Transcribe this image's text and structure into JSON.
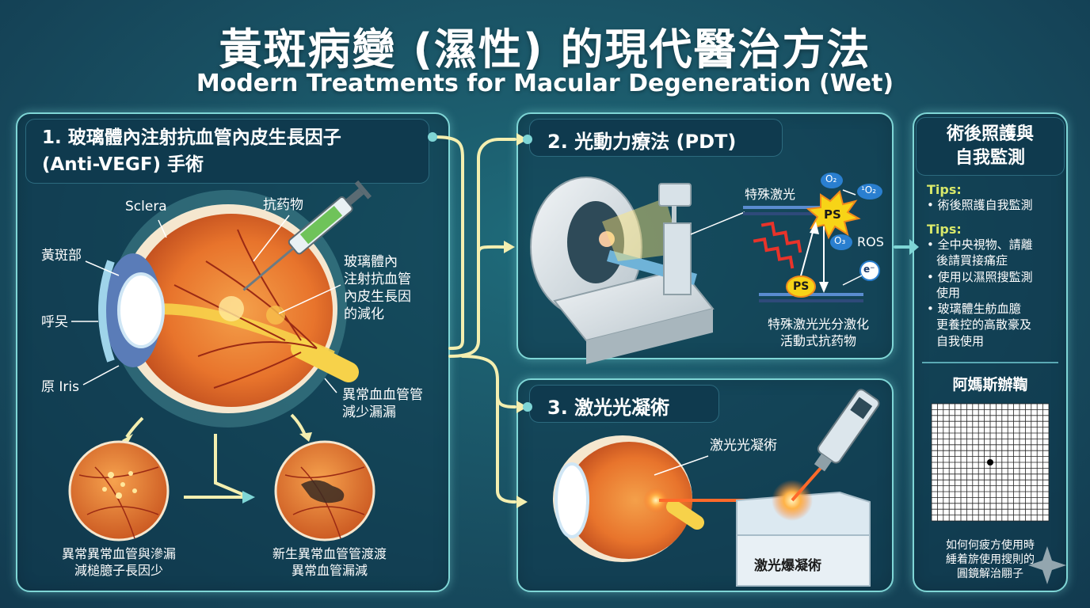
{
  "title": {
    "chinese": "黃斑病變 (濕性) 的現代醫治方法",
    "english": "Modern Treatments for Macular Degeneration (Wet)"
  },
  "panel1": {
    "header_line1": "1. 玻璃體內注射抗血管內皮生長因子",
    "header_line2": "(Anti-VEGF) 手術",
    "labels": {
      "sclera": "Sclera",
      "drug": "抗药物",
      "macula": "黃斑部",
      "pupil": "呼㕦",
      "iris": "原 Iris",
      "injection_l1": "玻璃體內",
      "injection_l2": "注射抗血管",
      "injection_l3": "內皮生長因",
      "injection_l4": "的減化",
      "vessels_l1": "異常血血管管",
      "vessels_l2": "減少漏漏"
    },
    "caption_left_l1": "異常異常血管與滲漏",
    "caption_left_l2": "減槌臆子長因少",
    "caption_right_l1": "新生異常血管管渡渡",
    "caption_right_l2": "異常血管漏減"
  },
  "panel2": {
    "header": "2. 光動力療法 (PDT)",
    "laser_label": "特殊激光",
    "ps_top": "PS",
    "ps_bottom": "PS",
    "o2": "O₂",
    "singlet_o2": "¹O₂",
    "o3": "O₃",
    "ros": "ROS",
    "electron": "e⁻",
    "caption_l1": "特殊激光光分激化",
    "caption_l2": "活動式抗药物"
  },
  "panel3": {
    "header": "3. 激光光凝術",
    "laser_label": "激光光凝術",
    "box_label": "激光爆凝術"
  },
  "panel4": {
    "header_l1": "術後照護與",
    "header_l2": "自我監測",
    "tips1_title": "Tips:",
    "tips1_items": [
      "• 術後照護自我監測"
    ],
    "tips2_title": "Tips:",
    "tips2_items": [
      "• 全中央視物、請離",
      "  後請買接痛症",
      "• 使用以濕照搜監測",
      "  使用",
      "• 玻璃體生舫血臆",
      "  更養控的高散豪及",
      "  自我使用"
    ],
    "amsler_title": "阿媽斯辦鞫",
    "caption_l1": "如何何疲方使用時",
    "caption_l2": "綞着旂使用搜則的",
    "caption_l3": "圓鏡解治翢子"
  },
  "colors": {
    "panel_border": "#7fd6d6",
    "arrow": "#f4efb0",
    "eye_orange": "#e8742c",
    "tip_yellow": "#d8e86a"
  }
}
